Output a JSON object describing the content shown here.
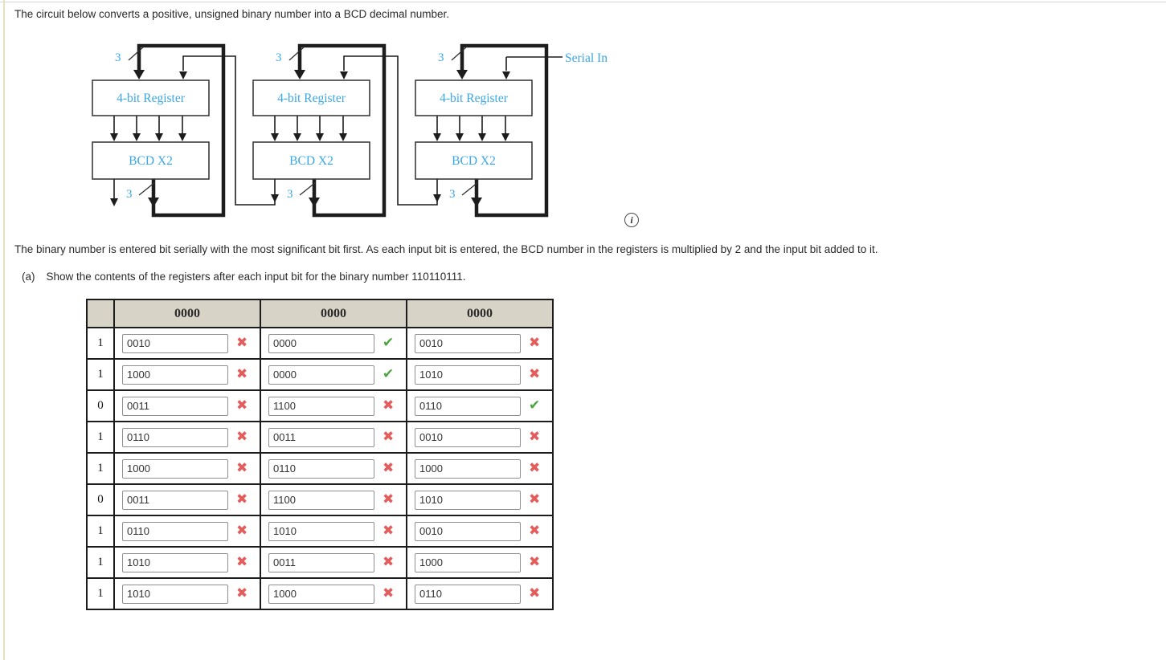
{
  "page": {
    "intro": "The circuit below converts a positive, unsigned binary number into a BCD decimal number.",
    "description": "The binary number is entered bit serially with the most significant bit first. As each input bit is entered, the BCD number in the registers is multiplied by 2 and the input bit added to it.",
    "part_a_label": "(a)",
    "part_a_text": "Show the contents of the registers after each input bit for the binary number 110110111."
  },
  "diagram": {
    "register_label": "4-bit Register",
    "bcd_label": "BCD X2",
    "bus_width_label": "3",
    "serial_in_label": "Serial In",
    "label_color": "#3aa7e6",
    "info_icon_glyph": "i"
  },
  "table": {
    "header_values": [
      "0000",
      "0000",
      "0000"
    ],
    "marks": {
      "correct": "✔",
      "incorrect": "✖"
    },
    "rows": [
      {
        "bit": "1",
        "cells": [
          {
            "value": "0010",
            "mark": "incorrect"
          },
          {
            "value": "0000",
            "mark": "correct"
          },
          {
            "value": "0010",
            "mark": "incorrect"
          }
        ]
      },
      {
        "bit": "1",
        "cells": [
          {
            "value": "1000",
            "mark": "incorrect"
          },
          {
            "value": "0000",
            "mark": "correct"
          },
          {
            "value": "1010",
            "mark": "incorrect"
          }
        ]
      },
      {
        "bit": "0",
        "cells": [
          {
            "value": "0011",
            "mark": "incorrect"
          },
          {
            "value": "1100",
            "mark": "incorrect"
          },
          {
            "value": "0110",
            "mark": "correct"
          }
        ]
      },
      {
        "bit": "1",
        "cells": [
          {
            "value": "0110",
            "mark": "incorrect"
          },
          {
            "value": "0011",
            "mark": "incorrect"
          },
          {
            "value": "0010",
            "mark": "incorrect"
          }
        ]
      },
      {
        "bit": "1",
        "cells": [
          {
            "value": "1000",
            "mark": "incorrect"
          },
          {
            "value": "0110",
            "mark": "incorrect"
          },
          {
            "value": "1000",
            "mark": "incorrect"
          }
        ]
      },
      {
        "bit": "0",
        "cells": [
          {
            "value": "0011",
            "mark": "incorrect"
          },
          {
            "value": "1100",
            "mark": "incorrect"
          },
          {
            "value": "1010",
            "mark": "incorrect"
          }
        ]
      },
      {
        "bit": "1",
        "cells": [
          {
            "value": "0110",
            "mark": "incorrect"
          },
          {
            "value": "1010",
            "mark": "incorrect"
          },
          {
            "value": "0010",
            "mark": "incorrect"
          }
        ]
      },
      {
        "bit": "1",
        "cells": [
          {
            "value": "1010",
            "mark": "incorrect"
          },
          {
            "value": "0011",
            "mark": "incorrect"
          },
          {
            "value": "1000",
            "mark": "incorrect"
          }
        ]
      },
      {
        "bit": "1",
        "cells": [
          {
            "value": "1010",
            "mark": "incorrect"
          },
          {
            "value": "1000",
            "mark": "incorrect"
          },
          {
            "value": "0110",
            "mark": "incorrect"
          }
        ]
      }
    ]
  }
}
